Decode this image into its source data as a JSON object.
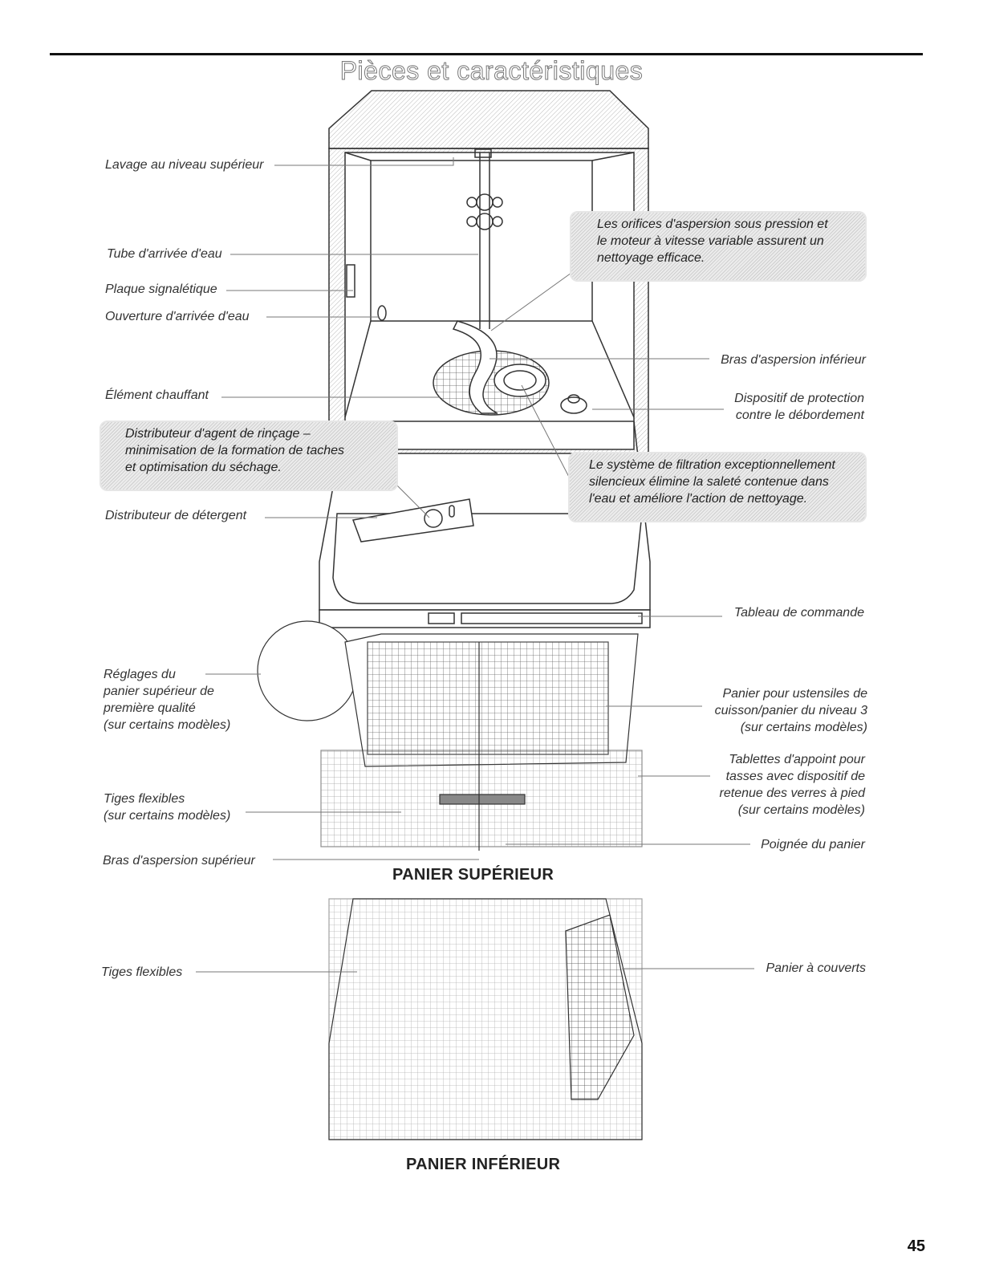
{
  "title": "Pièces et caractéristiques",
  "labels": {
    "lavage": "Lavage au niveau supérieur",
    "tube": "Tube d'arrivée d'eau",
    "plaque": "Plaque signalétique",
    "ouverture": "Ouverture d'arrivée d'eau",
    "element": "Élément chauffant",
    "detergent": "Distributeur de détergent",
    "reglages": "Réglages du\npanier supérieur de\npremière qualité\n(sur certains modèles)",
    "tiges_sup": "Tiges flexibles\n(sur certains modèles)",
    "bras_sup": "Bras d'aspersion supérieur",
    "tiges_inf": "Tiges flexibles",
    "bras_inf": "Bras d'aspersion inférieur",
    "protection": "Dispositif de protection\ncontre le débordement",
    "tableau": "Tableau de commande",
    "ustensiles": "Panier pour ustensiles de\ncuisson/panier du niveau 3\n(sur certains modèles)",
    "tablettes": "Tablettes d'appoint pour\ntasses avec dispositif de\nretenue des verres à pied\n(sur certains modèles)",
    "poignee": "Poignée du panier",
    "couverts": "Panier à couverts"
  },
  "callouts": {
    "orifices": "Les orifices d'aspersion sous pression et\nle moteur à vitesse variable assurent un\nnettoyage efficace.",
    "rincage": "Distributeur d'agent de rinçage –\nminimisation de la formation de taches\net optimisation du séchage.",
    "filtration": "Le système de filtration exceptionnellement\nsilencieux élimine la saleté contenue dans\nl'eau et améliore l'action de nettoyage."
  },
  "rack_titles": {
    "upper": "PANIER SUPÉRIEUR",
    "lower": "PANIER INFÉRIEUR"
  },
  "page_number": "45"
}
